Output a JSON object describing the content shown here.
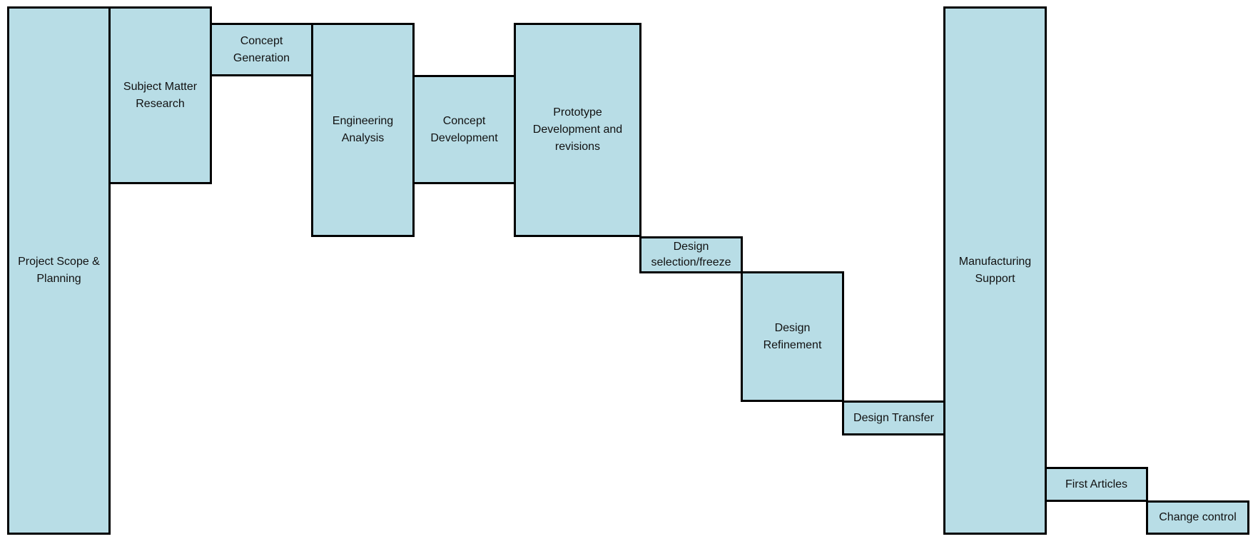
{
  "diagram": {
    "fill_color": "#b8dde6",
    "border_color": "#000000",
    "stages": [
      {
        "label": "Project Scope &\nPlanning"
      },
      {
        "label": "Subject Matter\nResearch"
      },
      {
        "label": "Concept\nGeneration"
      },
      {
        "label": "Engineering\nAnalysis"
      },
      {
        "label": "Concept\nDevelopment"
      },
      {
        "label": "Prototype\nDevelopment and\nrevisions"
      },
      {
        "label": "Design\nselection/freeze"
      },
      {
        "label": "Design\nRefinement"
      },
      {
        "label": "Design Transfer"
      },
      {
        "label": "Manufacturing\nSupport"
      },
      {
        "label": "First Articles"
      },
      {
        "label": "Change control"
      }
    ]
  }
}
